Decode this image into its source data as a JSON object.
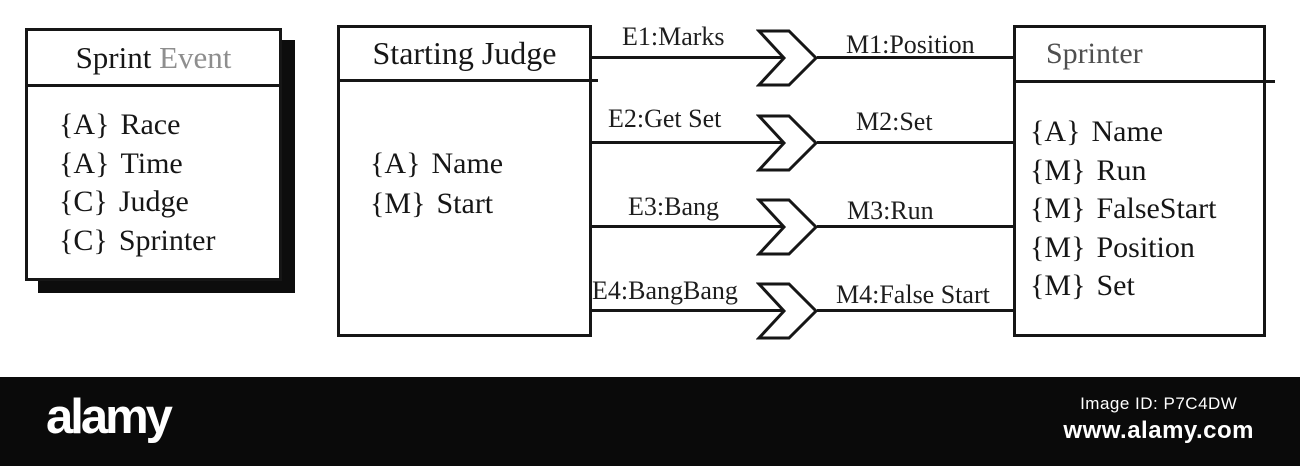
{
  "diagram": {
    "classes": [
      {
        "title_primary": "Sprint",
        "title_secondary": "Event",
        "members": [
          {
            "tag": "{A}",
            "name": "Race"
          },
          {
            "tag": "{A}",
            "name": "Time"
          },
          {
            "tag": "{C}",
            "name": "Judge"
          },
          {
            "tag": "{C}",
            "name": "Sprinter"
          }
        ]
      },
      {
        "title": "Starting Judge",
        "members": [
          {
            "tag": "{A}",
            "name": "Name"
          },
          {
            "tag": "{M}",
            "name": "Start"
          }
        ]
      },
      {
        "title": "Sprinter",
        "members": [
          {
            "tag": "{A}",
            "name": "Name"
          },
          {
            "tag": "{M}",
            "name": "Run"
          },
          {
            "tag": "{M}",
            "name": "FalseStart"
          },
          {
            "tag": "{M}",
            "name": "Position"
          },
          {
            "tag": "{M}",
            "name": "Set"
          }
        ]
      }
    ],
    "messages": [
      {
        "event": "E1:Marks",
        "message": "M1:Position"
      },
      {
        "event": "E2:Get Set",
        "message": "M2:Set"
      },
      {
        "event": "E3:Bang",
        "message": "M3:Run"
      },
      {
        "event": "E4:BangBang",
        "message": "M4:False Start"
      }
    ]
  },
  "watermark": {
    "logo": "alamy",
    "image_id": "Image ID: P7C4DW",
    "url": "www.alamy.com"
  },
  "colors": {
    "line": "#161616",
    "muted_title": "#8e8e8e",
    "sprinter_title": "#4f4f4f",
    "bar_bg": "#0a0a0a",
    "bar_text": "#ffffff"
  }
}
